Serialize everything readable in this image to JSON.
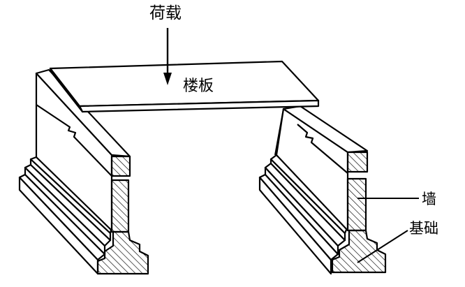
{
  "labels": {
    "load": "荷载",
    "floor_slab": "楼板",
    "wall": "墙",
    "foundation": "基础"
  },
  "colors": {
    "stroke": "#000000",
    "fill": "#ffffff"
  }
}
